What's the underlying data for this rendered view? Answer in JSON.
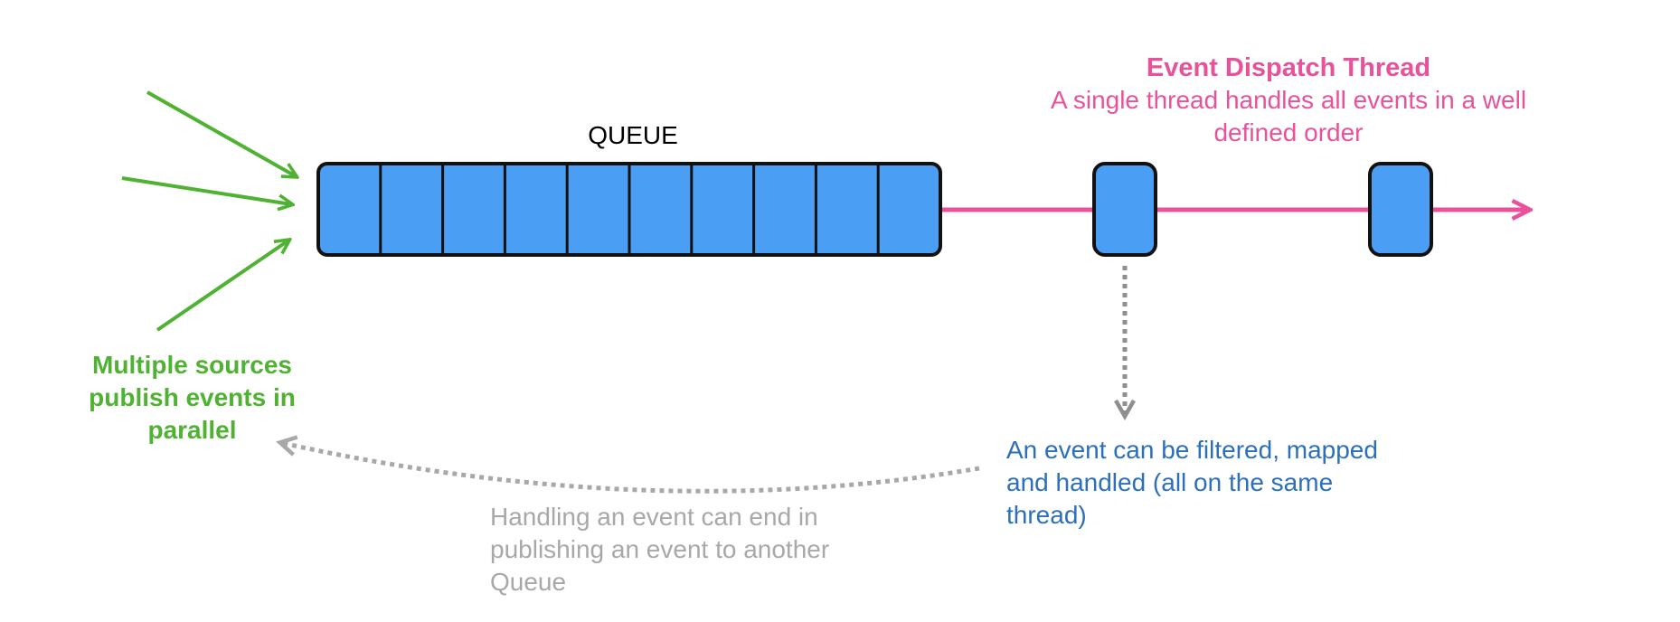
{
  "diagram": {
    "queue": {
      "label": "QUEUE",
      "slot_count": 10,
      "fill_color": "#4a9ff5",
      "stroke_color": "#111111"
    },
    "thread": {
      "title": "Event Dispatch Thread",
      "description": "A single thread handles all events in a well defined order",
      "color": "#e8529a",
      "event_blocks": 2
    },
    "sources": {
      "label": "Multiple sources publish events in parallel",
      "arrow_count": 3,
      "color": "#4fb233"
    },
    "event_handling": {
      "label": "An event can be filtered, mapped and handled (all on the same thread)",
      "color": "#2c6fba"
    },
    "republish": {
      "label": "Handling an event can end in publishing an event to another Queue",
      "color": "#a8a8a8"
    },
    "connector_color": "#8f8f8f"
  }
}
